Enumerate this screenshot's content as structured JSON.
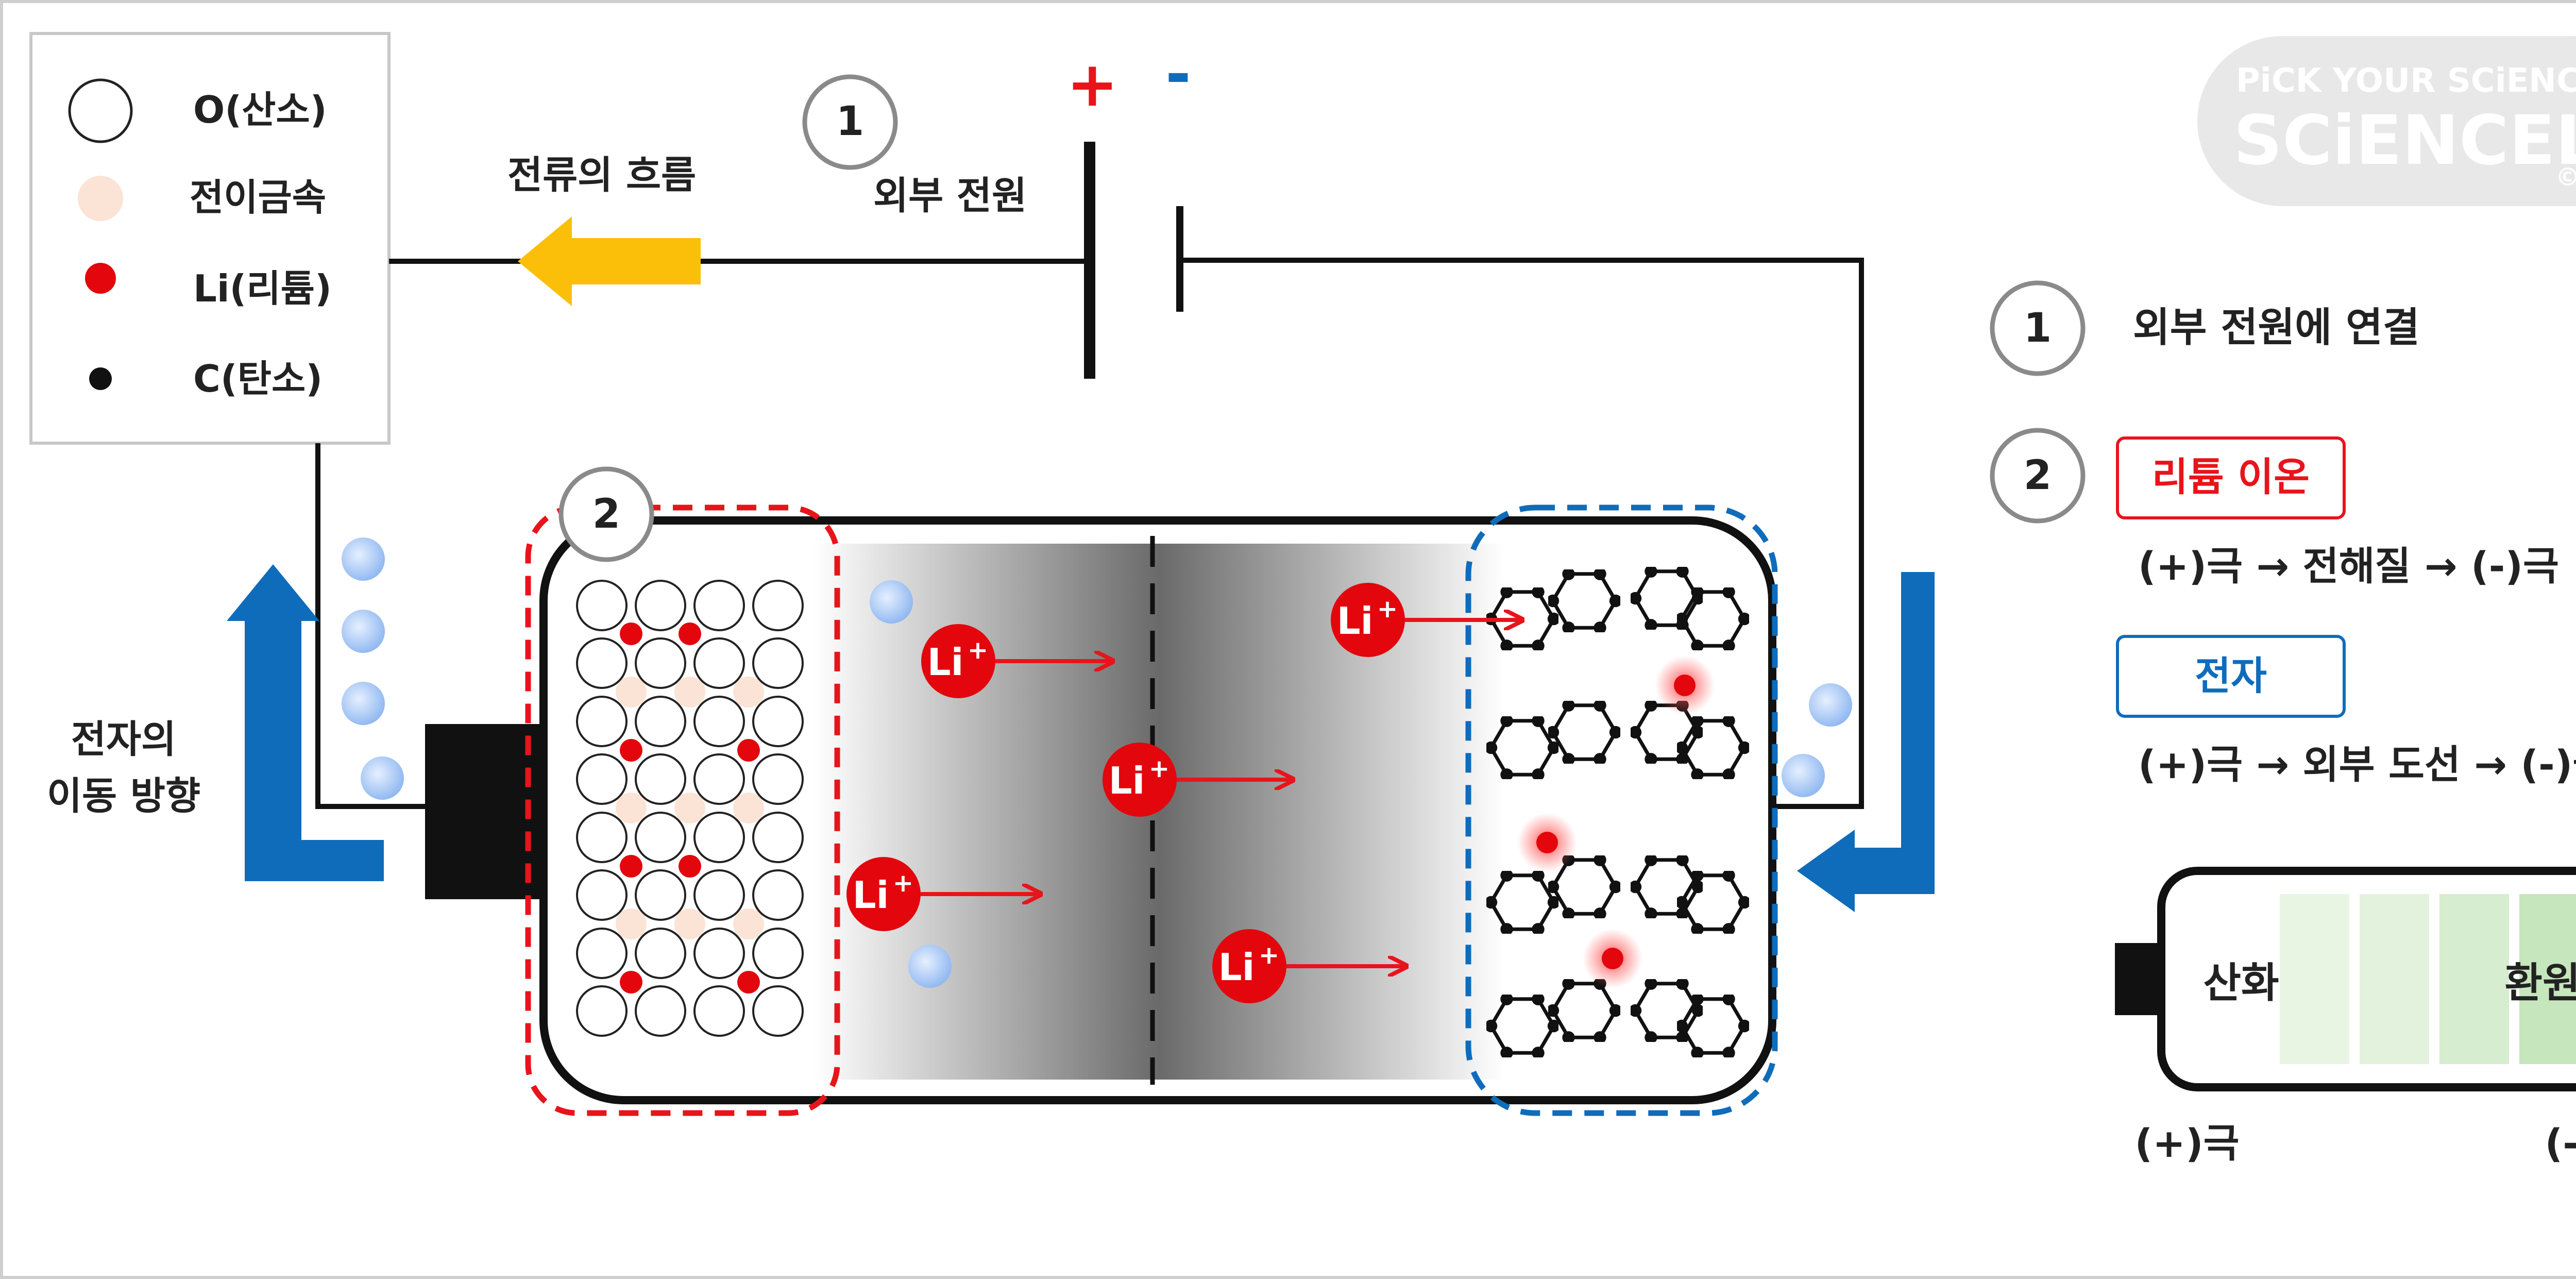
{
  "legend": {
    "oxygen": "O(산소)",
    "transition_metal": "전이금속",
    "lithium": "Li(리튬)",
    "carbon": "C(탄소)"
  },
  "circuit": {
    "current_flow": "전류의 흐름",
    "power_source": "외부 전원",
    "plus_sign": "+",
    "minus_sign": "-",
    "step1_number": "1",
    "step2_number": "2"
  },
  "electron_flow": {
    "line1": "전자의",
    "line2": "이동 방향"
  },
  "ion_label": {
    "base": "Li",
    "charge": "+"
  },
  "watermark": {
    "line1": "PiCK YOUR SCiENCE",
    "line2": "SCiENCELY",
    "symbol": ":)",
    "copyright": "©"
  },
  "steps": {
    "step1_number": "1",
    "step1_text": "외부 전원에 연결",
    "step2_number": "2",
    "lithium_ion_tag": "리튬 이온",
    "lithium_path": "(+)극 → 전해질 → (-)극",
    "electron_tag": "전자",
    "electron_path": "(+)극 → 외부 도선 → (-)극"
  },
  "battery_icon": {
    "oxidation": "산화",
    "reduction": "환원",
    "positive": "(+)극",
    "negative": "(-)극"
  },
  "colors": {
    "red": "#e8141b",
    "blue": "#0f6cbb",
    "yellow": "#fbbf0a",
    "lithium_ion": "#e3060d",
    "transition_metal": "#fbe3d5",
    "electron": "#a9c9f5",
    "green_light": "#e8f5e3",
    "green_dark": "#c6e6bd"
  }
}
